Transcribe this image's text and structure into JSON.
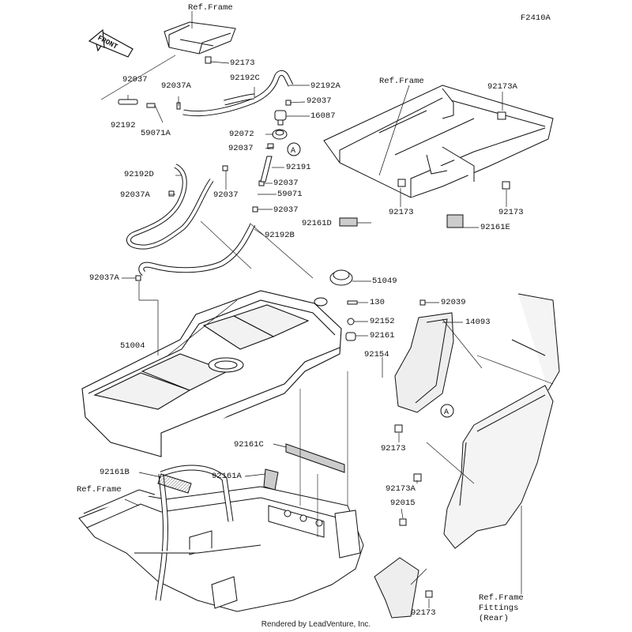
{
  "figure_id": "F2410A",
  "front_label": "FRONT",
  "callout": "A",
  "footer": "Rendered by LeadVenture, Inc.",
  "ref_frame": "Ref.Frame",
  "ref_frame_fittings": [
    "Ref.Frame",
    "Fittings",
    "(Rear)"
  ],
  "parts": {
    "p92173_top": "92173",
    "p92037_a": "92037",
    "p92037A_a": "92037A",
    "p92192C": "92192C",
    "p92192A": "92192A",
    "p92037_b": "92037",
    "p16087": "16087",
    "p92192": "92192",
    "p59071A": "59071A",
    "p92072": "92072",
    "p92037_c": "92037",
    "p92191": "92191",
    "p92192D": "92192D",
    "p92037_d": "92037",
    "p92037A_b": "92037A",
    "p92037_e": "92037",
    "p59071": "59071",
    "p92037_f": "92037",
    "p92192B": "92192B",
    "p92037A_c": "92037A",
    "p51049": "51049",
    "p130": "130",
    "p92152": "92152",
    "p92161": "92161",
    "p51004": "51004",
    "p92173A_top": "92173A",
    "p92173_r1": "92173",
    "p92173_r2": "92173",
    "p92161D": "92161D",
    "p92161E": "92161E",
    "p92039": "92039",
    "p14093": "14093",
    "p92154": "92154",
    "p92173_m": "92173",
    "p92173A_m": "92173A",
    "p92015": "92015",
    "p92161C": "92161C",
    "p92161B": "92161B",
    "p92161A": "92161A",
    "p92173_bot": "92173"
  }
}
